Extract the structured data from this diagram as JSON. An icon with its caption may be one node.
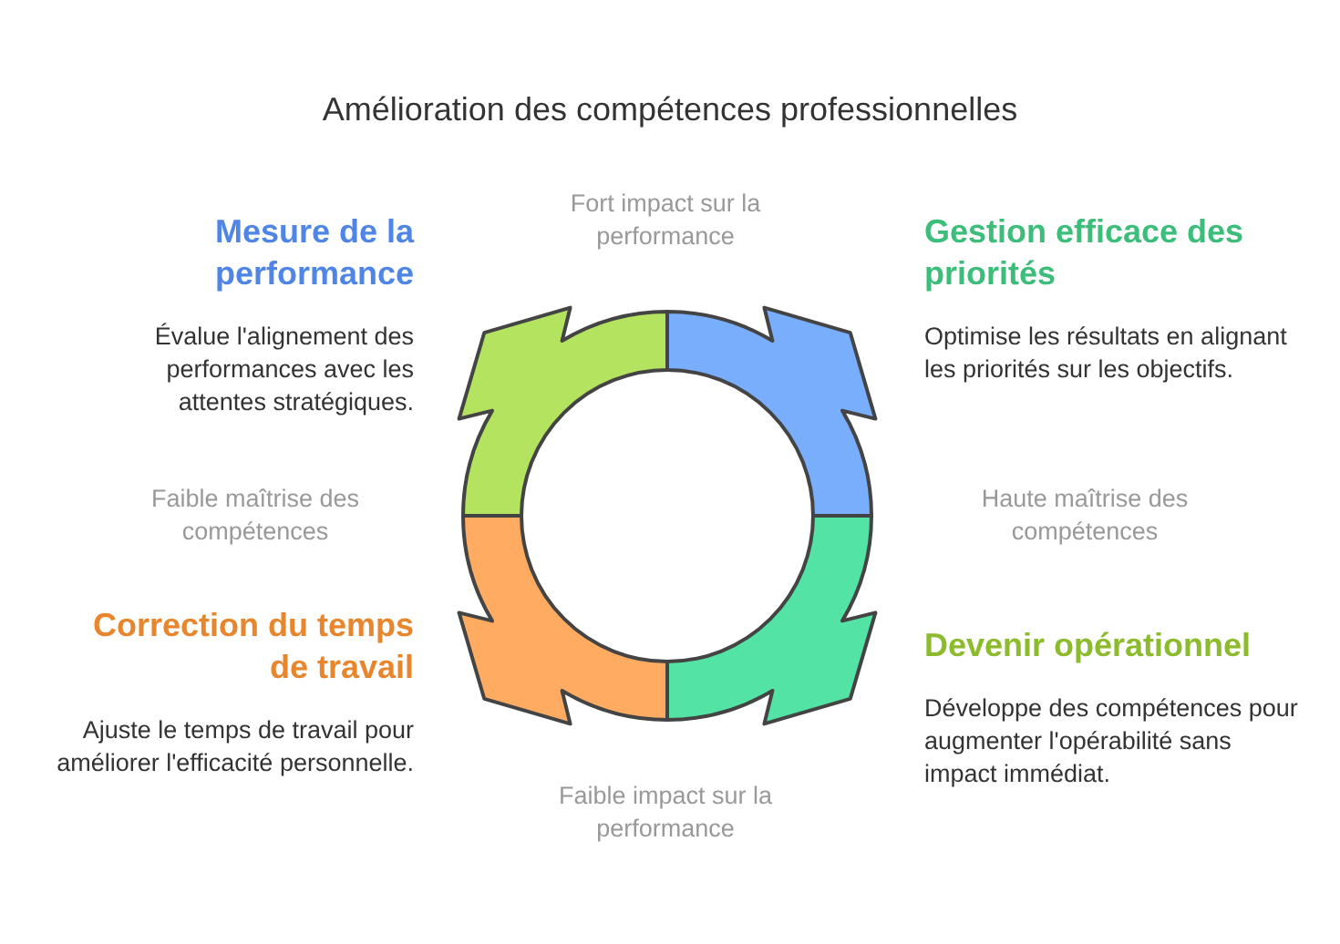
{
  "diagram": {
    "title": "Amélioration des compétences professionnelles",
    "nodes": [
      {
        "text": [
          "Mesure de la performance",
          "Évalue l'alignement des performances avec les attentes stratégiques."
        ]
      },
      {
        "text": [
          "Gestion efficace des priorités",
          "Optimise les résultats en alignant les priorités sur les objectifs."
        ]
      },
      {
        "text": [
          "Correction du temps de travail",
          "Ajuste le temps de travail pour améliorer l'efficacité personnelle."
        ]
      },
      {
        "text": [
          "Devenir opérationnel",
          "Développe des compétences pour augmenter l'opérabilité sans impact immédiat."
        ]
      }
    ],
    "edges": [],
    "labels": [
      "Fort impact sur la performance",
      "Faible maîtrise des compétences",
      "Haute maîtrise des compétences",
      "Faible impact sur la performance"
    ]
  }
}
